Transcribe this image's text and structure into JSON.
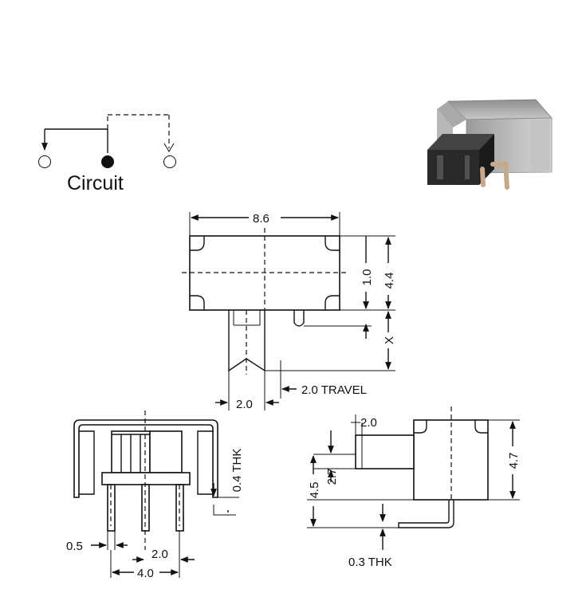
{
  "circuit": {
    "title": "Circuit"
  },
  "top_view": {
    "width": "8.6",
    "height": "4.4",
    "inner": "1.0",
    "x_label": "X",
    "actuator": "2.0",
    "travel": "2.0 TRAVEL"
  },
  "front_view": {
    "thickness": "0.4 THK",
    "pin": "0.5",
    "pitch": "2.0",
    "span": "4.0"
  },
  "side_view": {
    "actuator": "2.0",
    "actuator_h": "2.7",
    "height": "4.7",
    "offset": "4.5",
    "thickness": "0.3 THK"
  },
  "photo": {
    "subject": "slide-switch-photo"
  }
}
